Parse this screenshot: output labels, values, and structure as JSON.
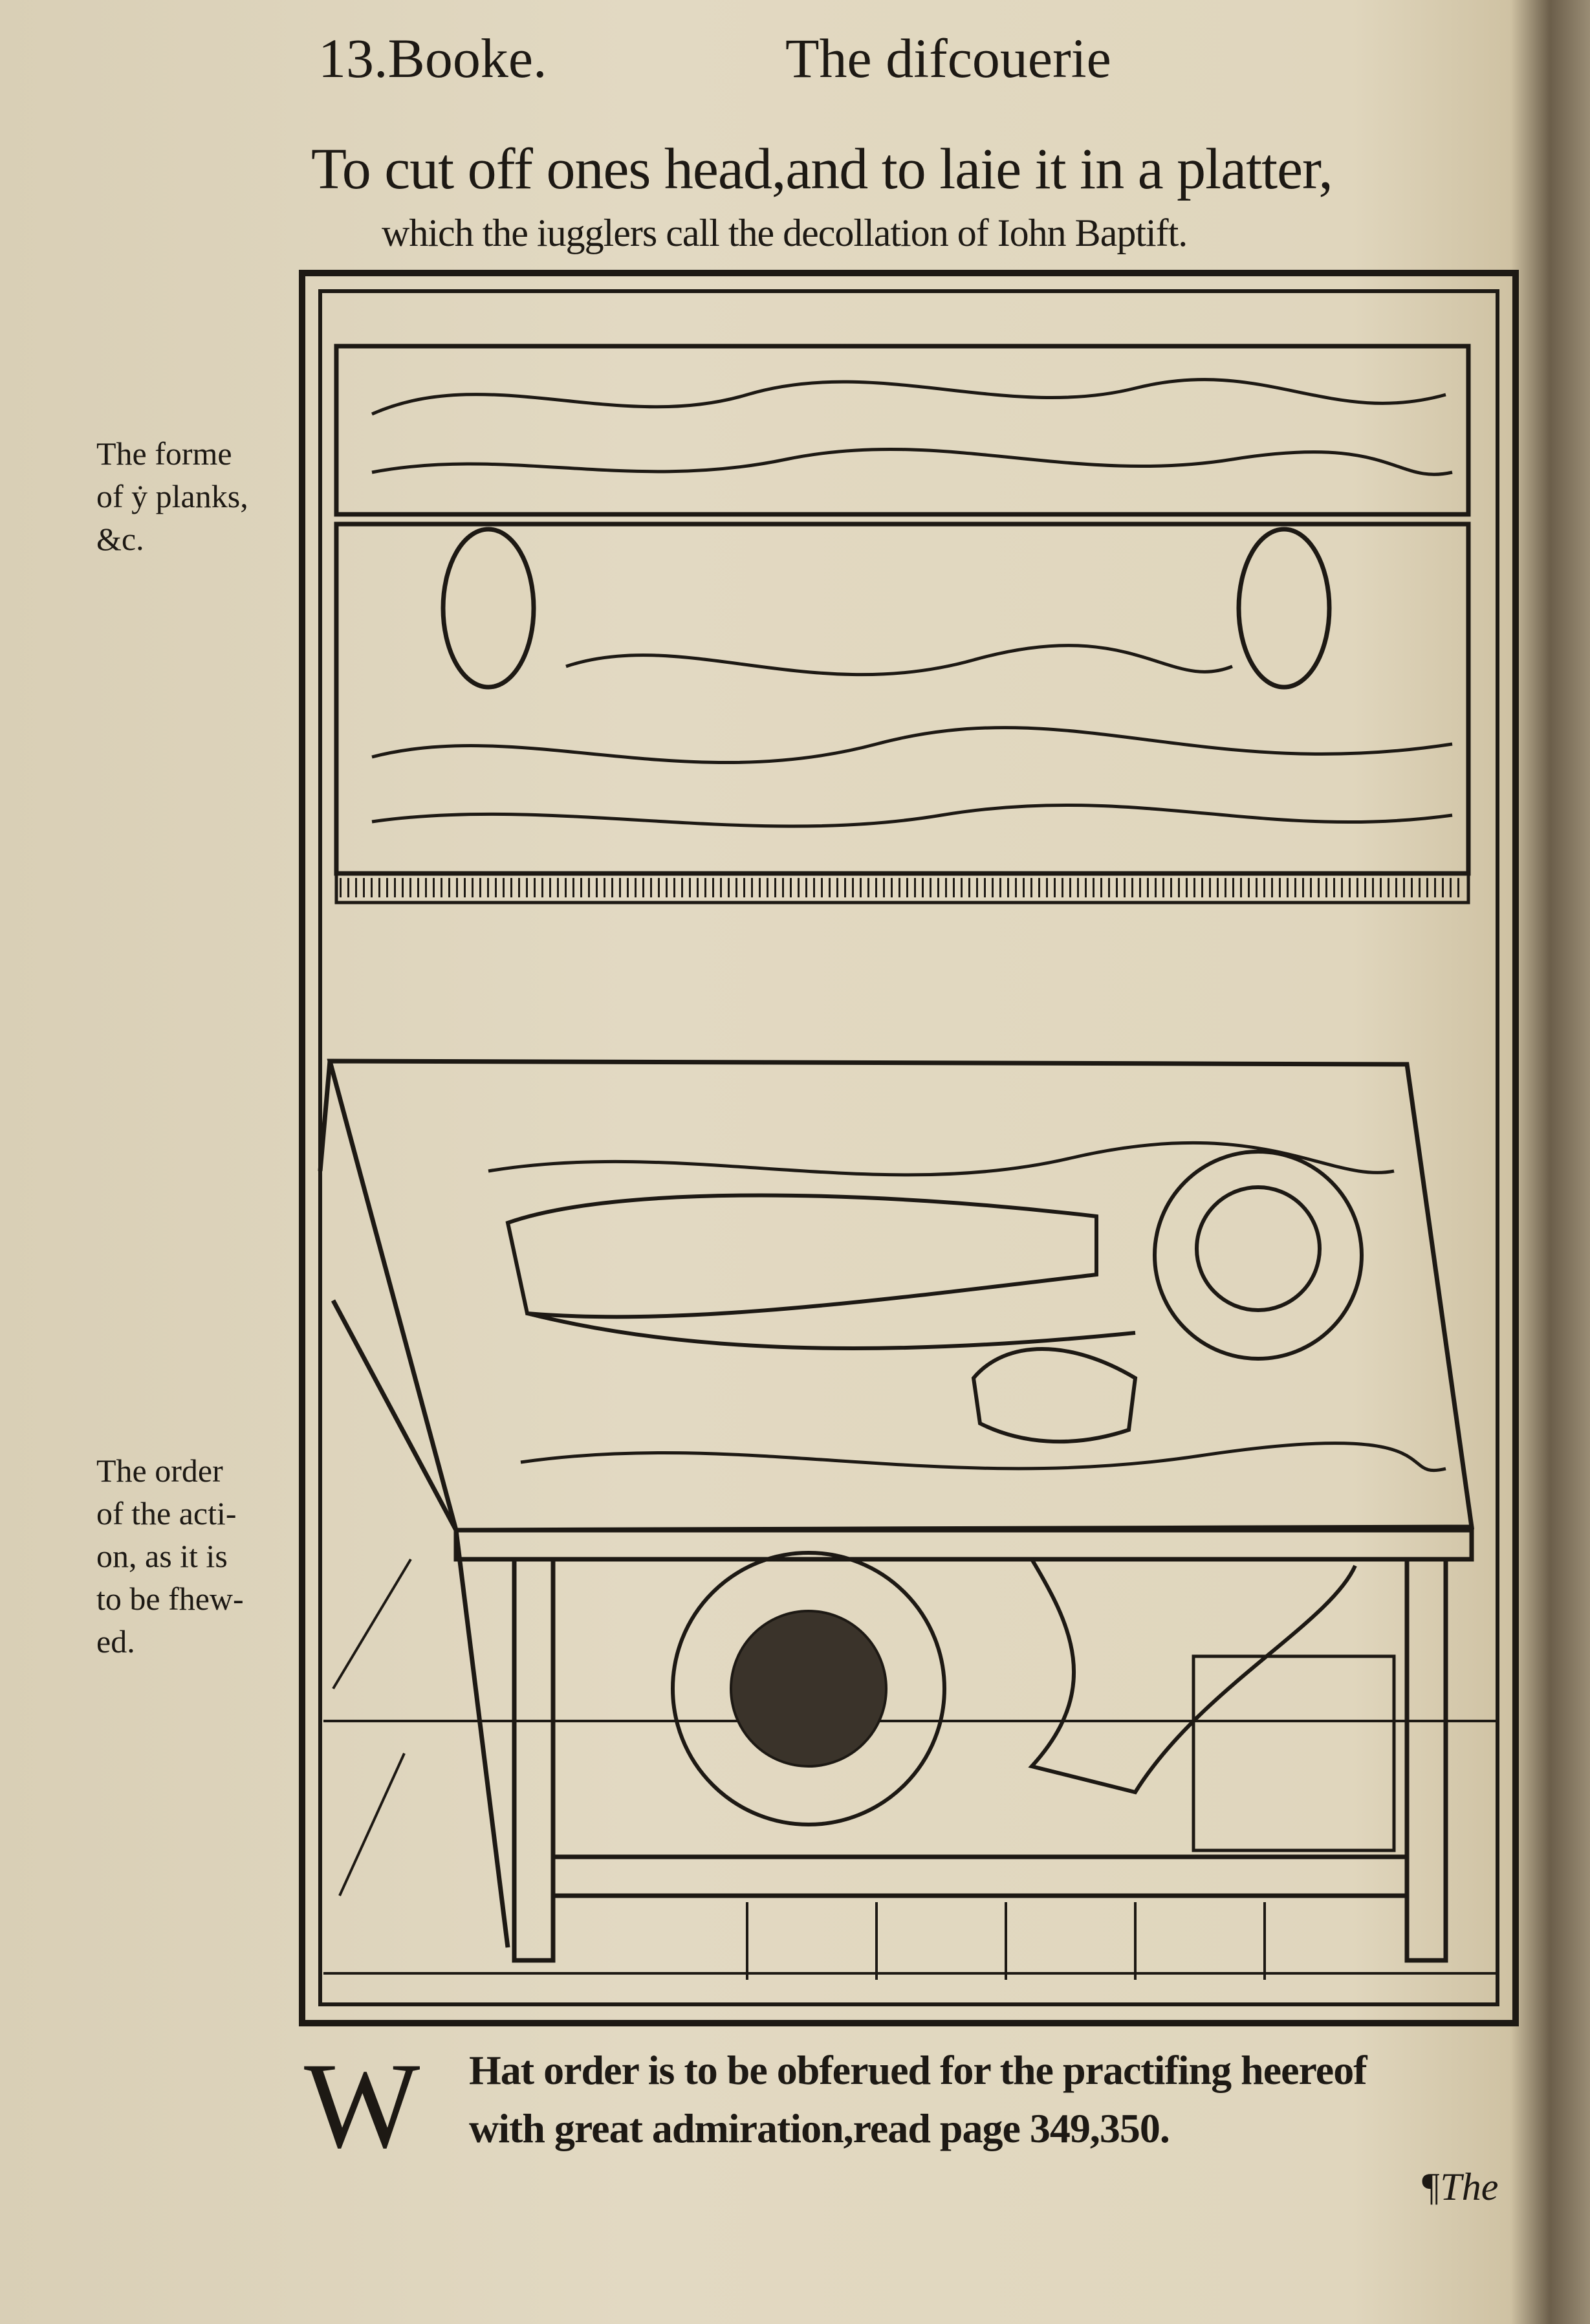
{
  "header": {
    "section": "13.Booke.",
    "running_title": "The difcouerie"
  },
  "heading": {
    "title": "To cut off ones head,and to laie it in a platter,",
    "subtitle": "which the iugglers call the decollation of Iohn Baptift."
  },
  "margin_notes": [
    {
      "lines": [
        "The forme",
        "of ẏ planks,",
        "&c."
      ]
    },
    {
      "lines": [
        "The order",
        "of the acti-",
        "on, as it is",
        "to be fhew-",
        "ed."
      ]
    }
  ],
  "body": {
    "initial": "W",
    "line1": "Hat order is to be obferued for the practifing heereof",
    "line2": "with great admiration,read page 349,350."
  },
  "catchword": "¶The"
}
